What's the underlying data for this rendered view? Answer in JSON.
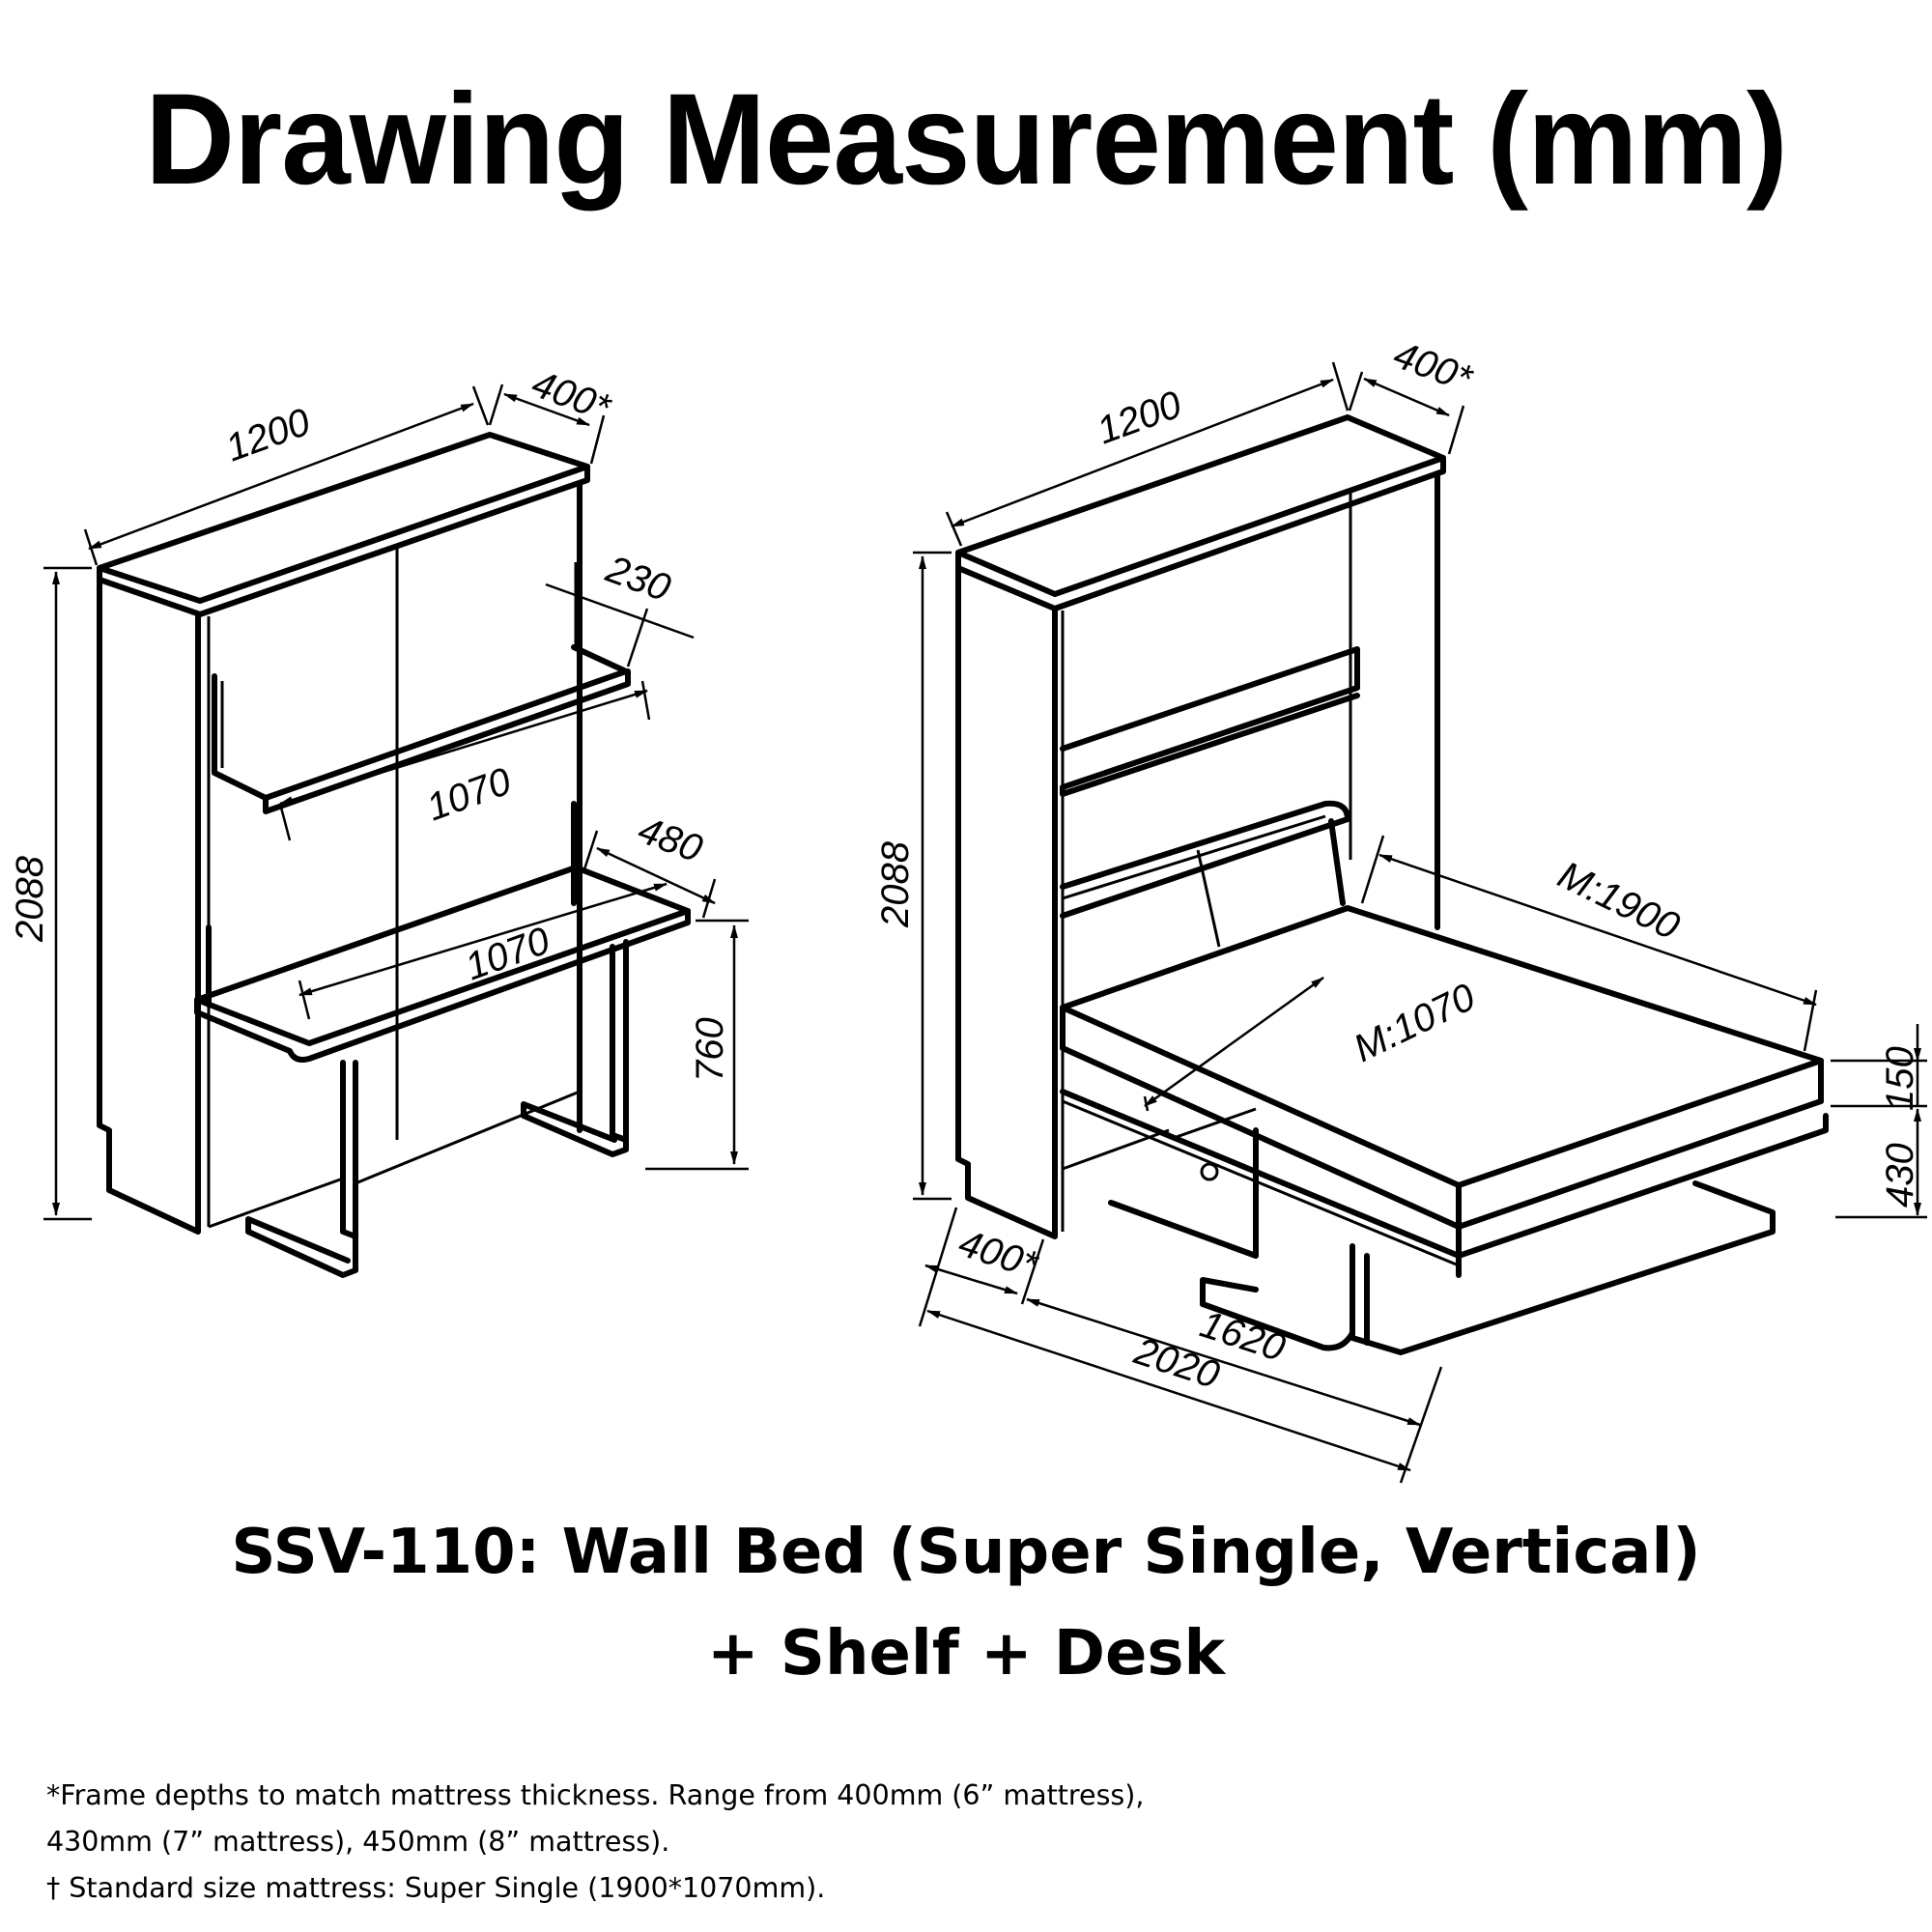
{
  "title": "Drawing Measurement (mm)",
  "left_view": {
    "name": "closed-desk-shelf-view",
    "dimensions": {
      "width": "1200",
      "depth": "400*",
      "height": "2088",
      "shelf_depth": "230",
      "shelf_width": "1070",
      "desk_depth": "480",
      "desk_width": "1070",
      "desk_height": "760"
    }
  },
  "right_view": {
    "name": "open-bed-view",
    "dimensions": {
      "width": "1200",
      "depth": "400*",
      "height": "2088",
      "mattress_length": "M:1900",
      "mattress_width": "M:1070",
      "mattress_thickness": "150",
      "bed_height": "430",
      "cabinet_depth": "400*",
      "bed_extension": "1620",
      "total_length": "2020"
    }
  },
  "product": {
    "line1": "SSV-110: Wall Bed (Super Single, Vertical)",
    "line2": "+ Shelf + Desk"
  },
  "notes": [
    "*Frame depths to match mattress thickness. Range from 400mm (6” mattress),",
    "430mm (7” mattress), 450mm (8” mattress).",
    "† Standard size mattress: Super Single (1900*1070mm)."
  ]
}
